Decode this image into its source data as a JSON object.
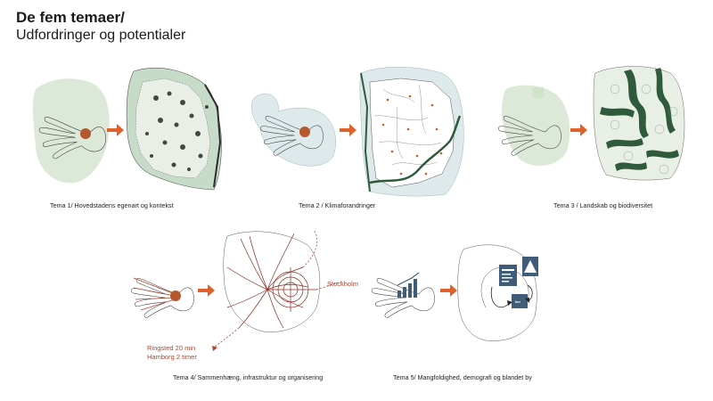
{
  "header": {
    "title": "De fem temaer/",
    "subtitle": "Udfordringer og potentialer"
  },
  "themes": [
    {
      "caption": "Tema 1/ Hovedstadens egenart og kontekst"
    },
    {
      "caption": "Tema 2 / Klimaforandringer"
    },
    {
      "caption": "Tema 3 / Landskab og biodiversitet"
    },
    {
      "caption": "Tema 4/ Sammenhæng, infrastruktur og organisering"
    },
    {
      "caption": "Tema 5/ Mangfoldighed, demografi og blandet by"
    }
  ],
  "annotations": {
    "stockholm": "Stockholm",
    "ringsted": "Ringsted 20 min",
    "hamborg": "Hamborg 2 timer",
    "km_label": "km"
  },
  "colors": {
    "arrow": "#e0622a",
    "accent_red": "#b2432c",
    "dot": "#b5582e",
    "forest": "#2f5a3c",
    "pale_green": "#dce8d8",
    "pale_blue": "#dde9ea",
    "icon_blue": "#3f5d78"
  }
}
